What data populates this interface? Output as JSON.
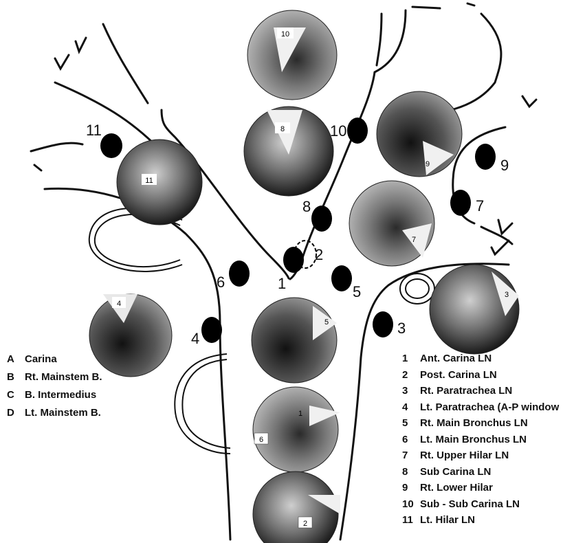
{
  "station_numbers": [
    "1",
    "2",
    "3",
    "4",
    "5",
    "6",
    "7",
    "8",
    "9",
    "10",
    "11"
  ],
  "airway_legend": [
    {
      "key": "A",
      "label": "Carina"
    },
    {
      "key": "B",
      "label": "Rt. Mainstem B."
    },
    {
      "key": "C",
      "label": "B. Intermedius"
    },
    {
      "key": "D",
      "label": "Lt. Mainstem B."
    }
  ],
  "lymph_node_legend": [
    {
      "key": "1",
      "label": "Ant. Carina LN"
    },
    {
      "key": "2",
      "label": "Post. Carina LN"
    },
    {
      "key": "3",
      "label": "Rt. Paratrachea LN"
    },
    {
      "key": "4",
      "label": "Lt. Paratrachea (A-P window"
    },
    {
      "key": "5",
      "label": "Rt. Main Bronchus LN"
    },
    {
      "key": "6",
      "label": "Lt. Main Bronchus LN"
    },
    {
      "key": "7",
      "label": "Rt. Upper Hilar LN"
    },
    {
      "key": "8",
      "label": "Sub Carina LN"
    },
    {
      "key": "9",
      "label": "Rt. Lower Hilar"
    },
    {
      "key": "10",
      "label": "Sub - Sub Carina LN"
    },
    {
      "key": "11",
      "label": "Lt. Hilar LN"
    }
  ],
  "photo_labels": [
    "10",
    "8",
    "9",
    "11",
    "7",
    "4",
    "3",
    "5",
    "1",
    "6",
    "2"
  ]
}
